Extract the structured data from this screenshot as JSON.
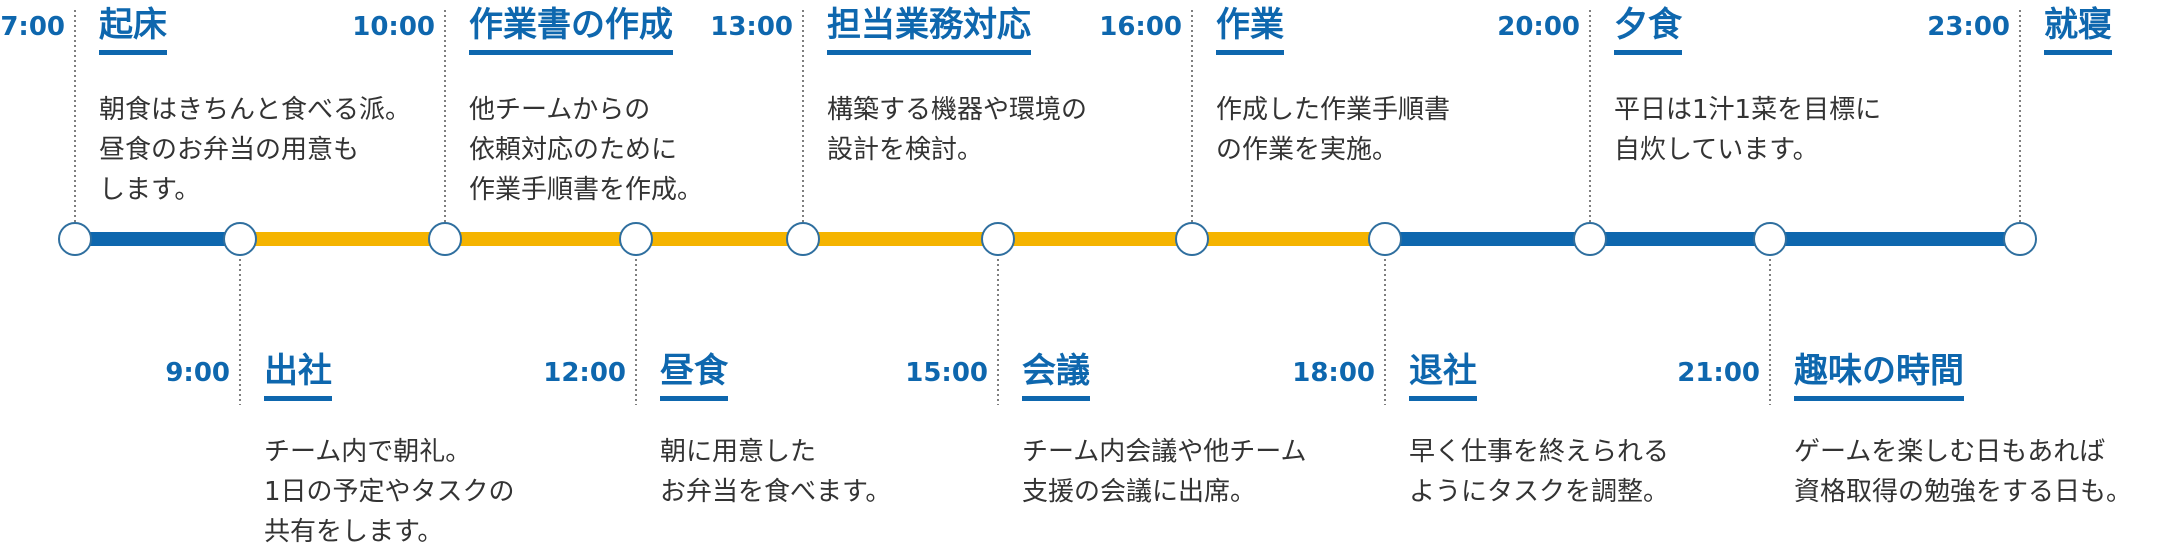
{
  "colors": {
    "accent": "#0e67ae",
    "highlight": "#f5b400",
    "text": "#333333",
    "connector": "#555555",
    "node_fill": "#ffffff"
  },
  "timeline": {
    "segments": [
      {
        "from": "7:00",
        "to": "9:00",
        "color": "#0e67ae"
      },
      {
        "from": "9:00",
        "to": "12:00",
        "color": "#f5b400"
      },
      {
        "from": "12:00",
        "to": "18:00",
        "color": "#f5b400"
      },
      {
        "from": "18:00",
        "to": "23:00",
        "color": "#0e67ae"
      }
    ]
  },
  "events": [
    {
      "time": "7:00",
      "title": "起床",
      "position": "top",
      "lines": [
        "朝食はきちんと食べる派。",
        "昼食のお弁当の用意も",
        "します。"
      ]
    },
    {
      "time": "9:00",
      "title": "出社",
      "position": "bottom",
      "lines": [
        "チーム内で朝礼。",
        "1日の予定やタスクの",
        "共有をします。"
      ]
    },
    {
      "time": "10:00",
      "title": "作業書の作成",
      "position": "top",
      "lines": [
        "他チームからの",
        "依頼対応のために",
        "作業手順書を作成。"
      ]
    },
    {
      "time": "12:00",
      "title": "昼食",
      "position": "bottom",
      "lines": [
        "朝に用意した",
        "お弁当を食べます。"
      ]
    },
    {
      "time": "13:00",
      "title": "担当業務対応",
      "position": "top",
      "lines": [
        "構築する機器や環境の",
        "設計を検討。"
      ]
    },
    {
      "time": "15:00",
      "title": "会議",
      "position": "bottom",
      "lines": [
        "チーム内会議や他チーム",
        "支援の会議に出席。"
      ]
    },
    {
      "time": "16:00",
      "title": "作業",
      "position": "top",
      "lines": [
        "作成した作業手順書",
        "の作業を実施。"
      ]
    },
    {
      "time": "18:00",
      "title": "退社",
      "position": "bottom",
      "lines": [
        "早く仕事を終えられる",
        "ようにタスクを調整。"
      ]
    },
    {
      "time": "20:00",
      "title": "夕食",
      "position": "top",
      "lines": [
        "平日は1汁1菜を目標に",
        "自炊しています。"
      ]
    },
    {
      "time": "21:00",
      "title": "趣味の時間",
      "position": "bottom",
      "lines": [
        "ゲームを楽しむ日もあれば",
        "資格取得の勉強をする日も。"
      ]
    },
    {
      "time": "23:00",
      "title": "就寝",
      "position": "top",
      "lines": []
    }
  ]
}
